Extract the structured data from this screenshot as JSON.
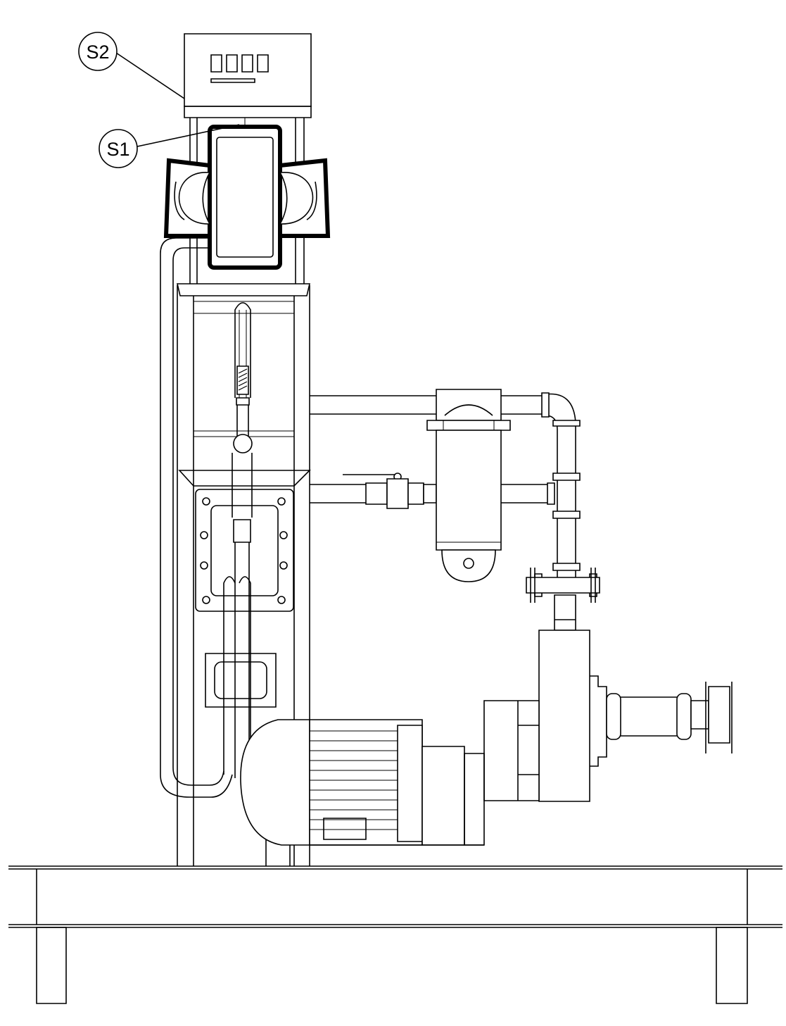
{
  "callouts": [
    {
      "id": "S2",
      "label": "S2"
    },
    {
      "id": "S1",
      "label": "S1"
    }
  ],
  "icons": [
    "flowmeter-display-icon",
    "ball-valve-icon",
    "flange-icon",
    "electric-motor-icon",
    "centrifugal-pump-icon"
  ]
}
